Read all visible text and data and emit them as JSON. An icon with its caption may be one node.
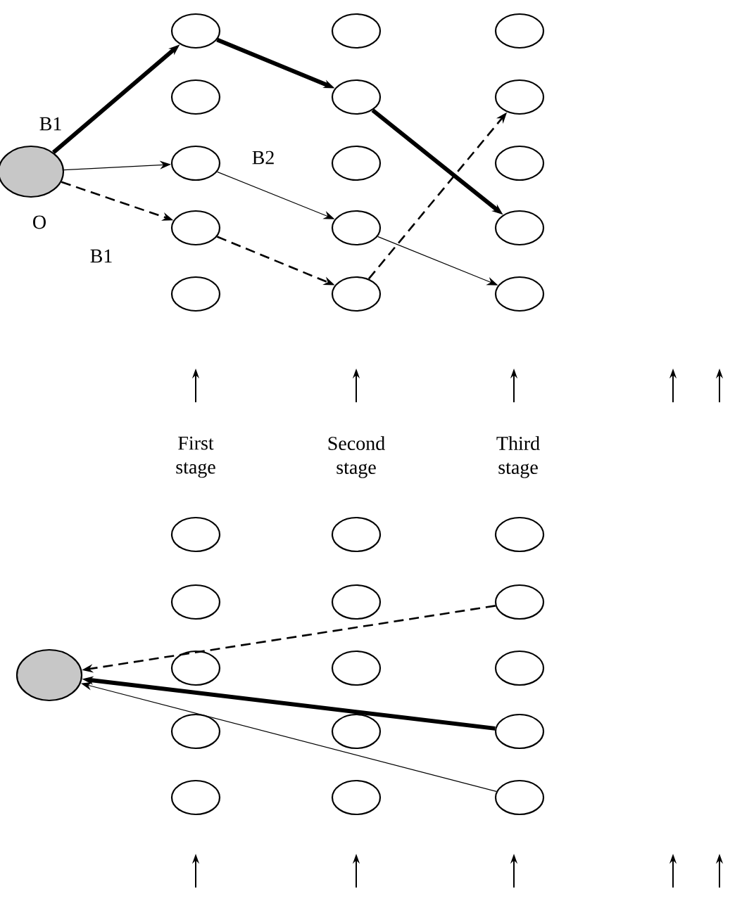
{
  "diagram": {
    "nodes": [
      {
        "text": [],
        "shape": "circle",
        "beside": [
          "O"
        ]
      },
      {
        "text": [],
        "shape": "circle"
      },
      {
        "text": [],
        "shape": "circle"
      },
      {
        "text": [],
        "shape": "circle"
      },
      {
        "text": [],
        "shape": "circle"
      },
      {
        "text": [],
        "shape": "circle"
      },
      {
        "text": [],
        "shape": "circle"
      },
      {
        "text": [],
        "shape": "circle"
      },
      {
        "text": [],
        "shape": "circle"
      },
      {
        "text": [],
        "shape": "circle"
      },
      {
        "text": [],
        "shape": "circle"
      },
      {
        "text": [],
        "shape": "circle"
      },
      {
        "text": [],
        "shape": "circle"
      },
      {
        "text": [],
        "shape": "circle"
      },
      {
        "text": [],
        "shape": "circle"
      },
      {
        "text": [],
        "shape": "circle"
      },
      {
        "text": [],
        "shape": "circle"
      },
      {
        "text": [],
        "shape": "circle"
      },
      {
        "text": [],
        "shape": "circle"
      },
      {
        "text": [],
        "shape": "circle"
      },
      {
        "text": [],
        "shape": "circle"
      },
      {
        "text": [],
        "shape": "circle"
      },
      {
        "text": [],
        "shape": "circle"
      },
      {
        "text": [],
        "shape": "circle"
      },
      {
        "text": [],
        "shape": "circle"
      },
      {
        "text": [],
        "shape": "circle"
      },
      {
        "text": [],
        "shape": "circle"
      },
      {
        "text": [],
        "shape": "circle"
      },
      {
        "text": [],
        "shape": "circle"
      },
      {
        "text": [],
        "shape": "circle"
      },
      {
        "text": [],
        "shape": "circle"
      },
      {
        "text": [],
        "shape": "circle"
      }
    ],
    "edges": [
      {
        "from": 0,
        "to": 1,
        "arrow": "to",
        "style": "thick",
        "label": "B1"
      },
      {
        "from": 1,
        "to": 5,
        "arrow": "to",
        "style": "thick"
      },
      {
        "from": 5,
        "to": 12,
        "arrow": "to",
        "style": "thick"
      },
      {
        "from": 0,
        "to": 7,
        "arrow": "to"
      },
      {
        "from": 7,
        "to": 11,
        "arrow": "to",
        "label": "B2"
      },
      {
        "from": 11,
        "to": 15,
        "arrow": "to"
      },
      {
        "from": 0,
        "to": 10,
        "arrow": "to",
        "style": "dashed",
        "label": "B1"
      },
      {
        "from": 10,
        "to": 14,
        "arrow": "to",
        "style": "dashed"
      },
      {
        "from": 14,
        "to": 6,
        "arrow": "to",
        "style": "dashed"
      },
      {
        "from": 21,
        "to": 31,
        "arrow": "to",
        "style": "dashed"
      },
      {
        "from": 27,
        "to": 31,
        "arrow": "to",
        "style": "thick"
      },
      {
        "from": 30,
        "to": 31,
        "arrow": "to"
      }
    ],
    "labels": [
      "First stage",
      "Second stage",
      "Third stage"
    ]
  }
}
